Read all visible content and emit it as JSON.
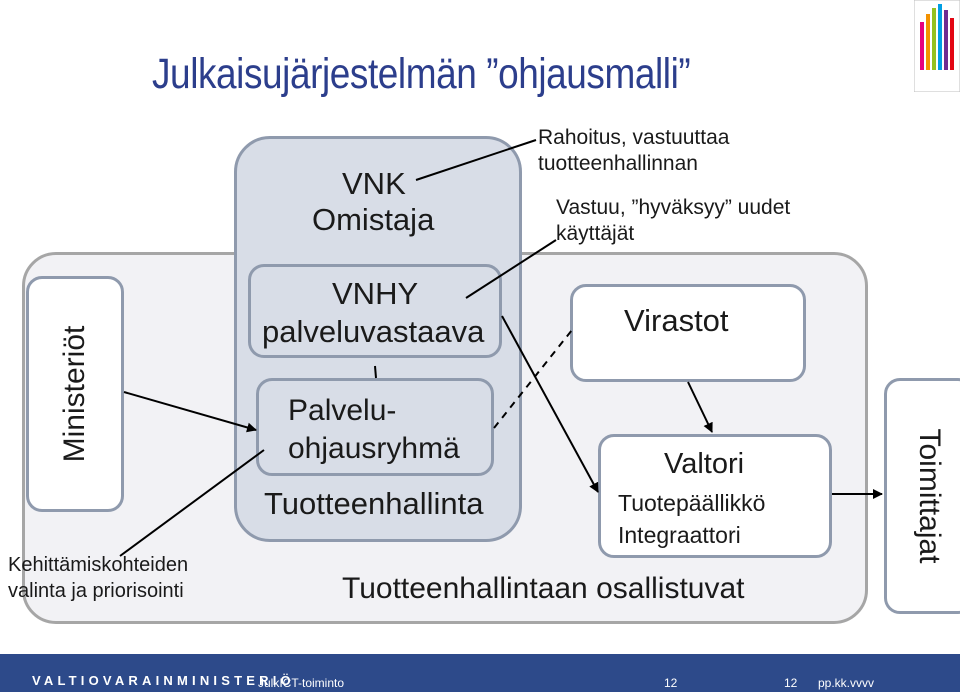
{
  "title": "Julkaisujärjestelmän ”ohjausmalli”",
  "nodes": {
    "vnk_line1": "VNK",
    "vnk_line2": "Omistaja",
    "vnhy_line1": "VNHY",
    "vnhy_line2": "palveluvastaava",
    "palvelu_line1": "Palvelu-",
    "palvelu_line2": "ohjausryhmä",
    "tuotteenhallinta": "Tuotteenhallinta",
    "virastot": "Virastot",
    "valtori": "Valtori",
    "valtori_sub1": "Tuotepäällikkö",
    "valtori_sub2": "Integraattori",
    "ministeriot": "Ministeriöt",
    "toimittajat": "Toimittajat"
  },
  "annotations": {
    "rahoitus_line1": "Rahoitus, vastuuttaa",
    "rahoitus_line2": "tuotteenhallinnan",
    "vastuu_line1": "Vastuu, ”hyväksyy” uudet",
    "vastuu_line2": "käyttäjät",
    "kehittamis_line1": "Kehittämiskohteiden",
    "kehittamis_line2": "valinta ja priorisointi",
    "osallistuvat": "Tuotteenhallintaan osallistuvat"
  },
  "footer": {
    "brand": "VALTIOVARAINMINISTERIÖ",
    "presentation": "JulkICT-toiminto",
    "page_a": "12",
    "page_b": "12",
    "date": "pp.kk.vvvv"
  },
  "colors": {
    "title": "#2c3e8c",
    "footer_bg": "#2d4a8a",
    "box_fill": "#d8dde7",
    "box_border": "#8f9aad",
    "region_fill": "#f2f2f5"
  }
}
